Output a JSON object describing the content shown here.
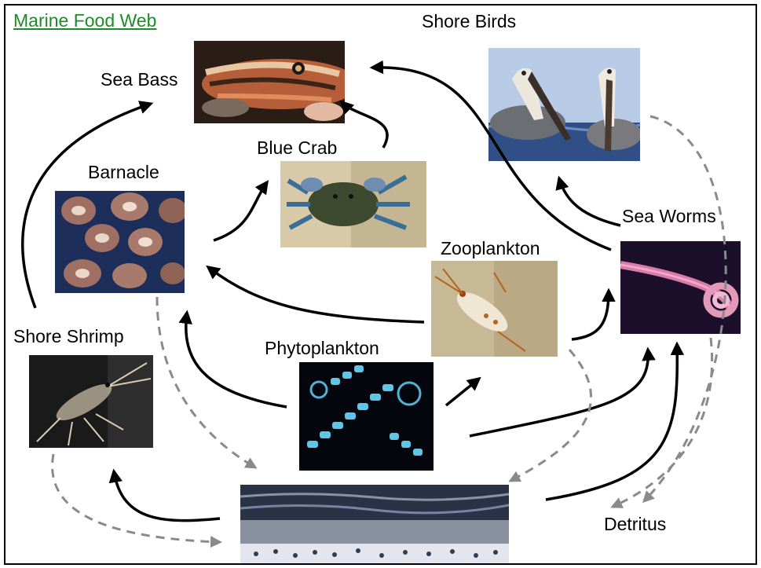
{
  "diagram": {
    "title": "Marine Food Web",
    "nodes": {
      "shore_birds": {
        "label": "Shore Birds",
        "icon": "pelican-photo"
      },
      "sea_bass": {
        "label": "Sea Bass",
        "icon": "fish-photo"
      },
      "blue_crab": {
        "label": "Blue Crab",
        "icon": "crab-photo"
      },
      "barnacle": {
        "label": "Barnacle",
        "icon": "barnacle-photo"
      },
      "zooplankton": {
        "label": "Zooplankton",
        "icon": "zooplankton-photo"
      },
      "sea_worms": {
        "label": "Sea Worms",
        "icon": "worm-photo"
      },
      "shore_shrimp": {
        "label": "Shore Shrimp",
        "icon": "shrimp-photo"
      },
      "phytoplankton": {
        "label": "Phytoplankton",
        "icon": "diatom-photo"
      },
      "water": {
        "label": "",
        "icon": "water-photo"
      },
      "detritus": {
        "label": "Detritus",
        "icon": ""
      }
    },
    "edge_styles": {
      "feeding": {
        "color": "#000000",
        "dashed": false
      },
      "decomposition": {
        "color": "#8a8a8a",
        "dashed": true
      }
    },
    "edges": [
      {
        "from": "shore_shrimp",
        "to": "sea_bass",
        "type": "feeding"
      },
      {
        "from": "blue_crab",
        "to": "sea_bass",
        "type": "feeding"
      },
      {
        "from": "sea_worms",
        "to": "sea_bass",
        "type": "feeding"
      },
      {
        "from": "barnacle",
        "to": "blue_crab",
        "type": "feeding"
      },
      {
        "from": "zooplankton",
        "to": "barnacle",
        "type": "feeding"
      },
      {
        "from": "phytoplankton",
        "to": "barnacle",
        "type": "feeding"
      },
      {
        "from": "phytoplankton",
        "to": "zooplankton",
        "type": "feeding"
      },
      {
        "from": "zooplankton",
        "to": "sea_worms",
        "type": "feeding"
      },
      {
        "from": "sea_worms",
        "to": "shore_birds",
        "type": "feeding"
      },
      {
        "from": "phytoplankton",
        "to": "sea_worms",
        "type": "feeding"
      },
      {
        "from": "water",
        "to": "sea_worms",
        "type": "feeding"
      },
      {
        "from": "water",
        "to": "shore_shrimp",
        "type": "feeding"
      },
      {
        "from": "shore_birds",
        "to": "detritus",
        "type": "decomposition"
      },
      {
        "from": "sea_worms",
        "to": "detritus",
        "type": "decomposition"
      },
      {
        "from": "barnacle",
        "to": "water",
        "type": "decomposition"
      },
      {
        "from": "zooplankton",
        "to": "water",
        "type": "decomposition"
      },
      {
        "from": "shore_shrimp",
        "to": "water",
        "type": "decomposition"
      }
    ]
  }
}
